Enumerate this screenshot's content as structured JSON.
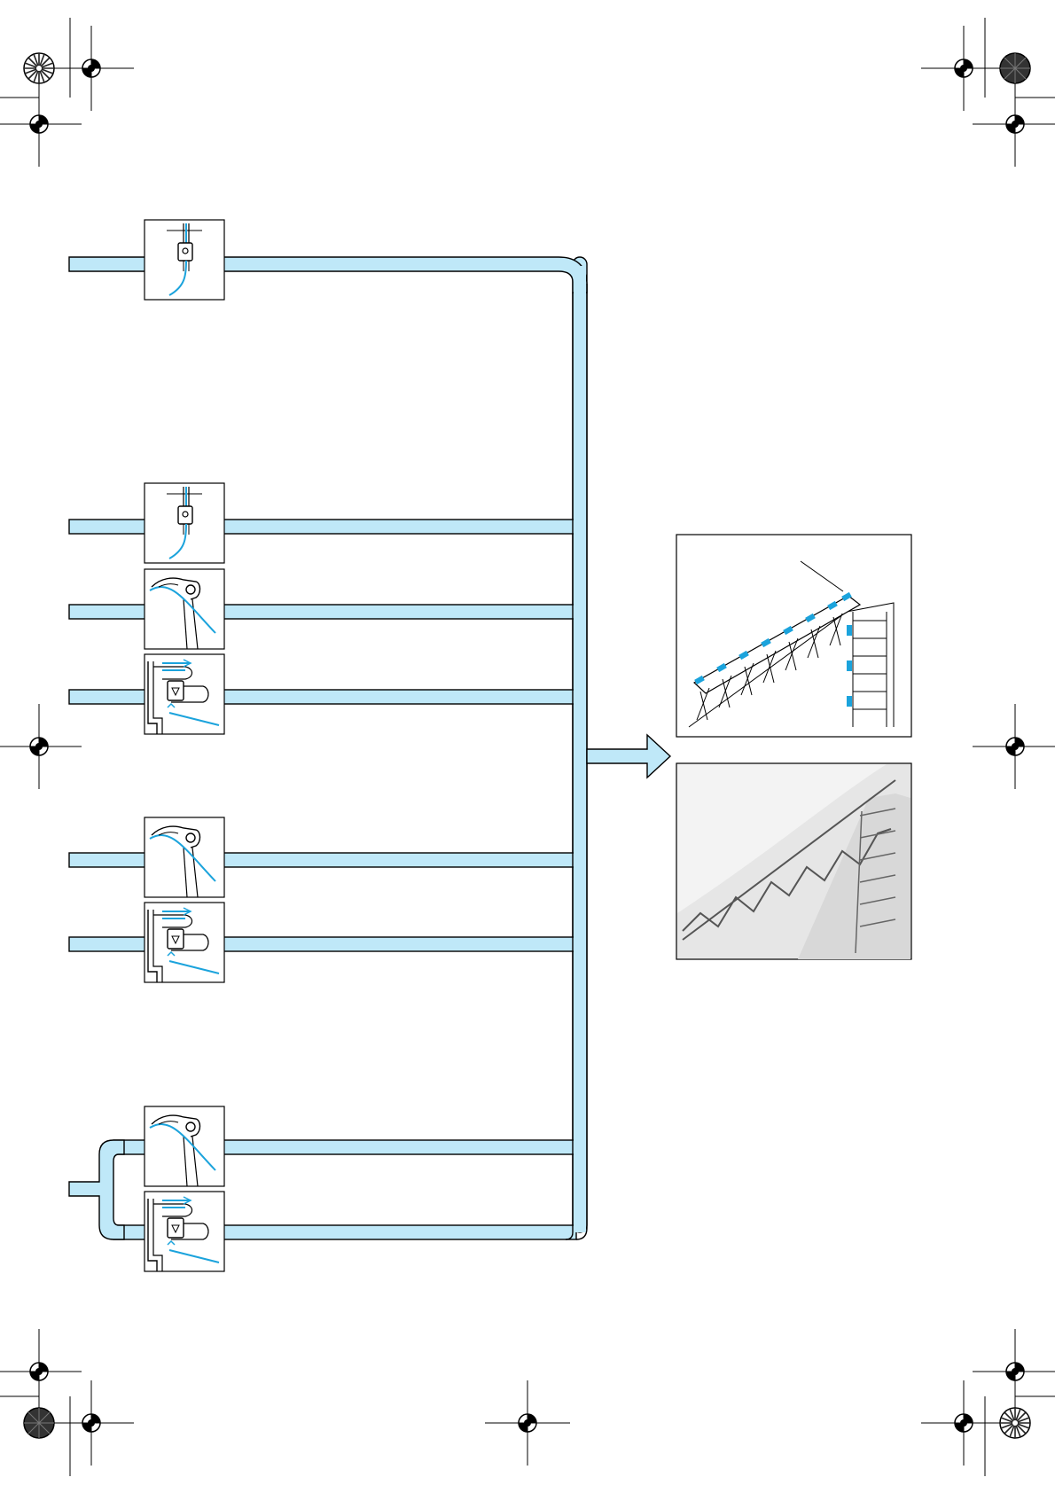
{
  "colors": {
    "thread": "#1ba3dc",
    "tube_fill": "#bfe8f8",
    "outline": "#000000",
    "paper": "#ffffff",
    "fabric": "#e6e6e6"
  },
  "illustrations": [
    {
      "id": "needle-1",
      "icon": "needle-threading-icon"
    },
    {
      "id": "needle-2",
      "icon": "needle-threading-icon"
    },
    {
      "id": "upper-looper-1",
      "icon": "looper-threading-icon"
    },
    {
      "id": "lower-looper-1",
      "icon": "looper-guide-threading-icon"
    },
    {
      "id": "upper-looper-2",
      "icon": "looper-threading-icon"
    },
    {
      "id": "lower-looper-2",
      "icon": "looper-guide-threading-icon"
    },
    {
      "id": "upper-looper-3",
      "icon": "looper-threading-icon"
    },
    {
      "id": "lower-looper-3",
      "icon": "looper-guide-threading-icon"
    }
  ],
  "result": {
    "stitch_diagram_icon": "overlock-stitch-diagram-icon",
    "fabric_photo_icon": "stitched-fabric-photo-icon",
    "arrow_icon": "arrow-right-icon"
  },
  "print_marks": {
    "registration_icon": "registration-crosshair-icon",
    "color_target_icon": "color-target-icon"
  }
}
